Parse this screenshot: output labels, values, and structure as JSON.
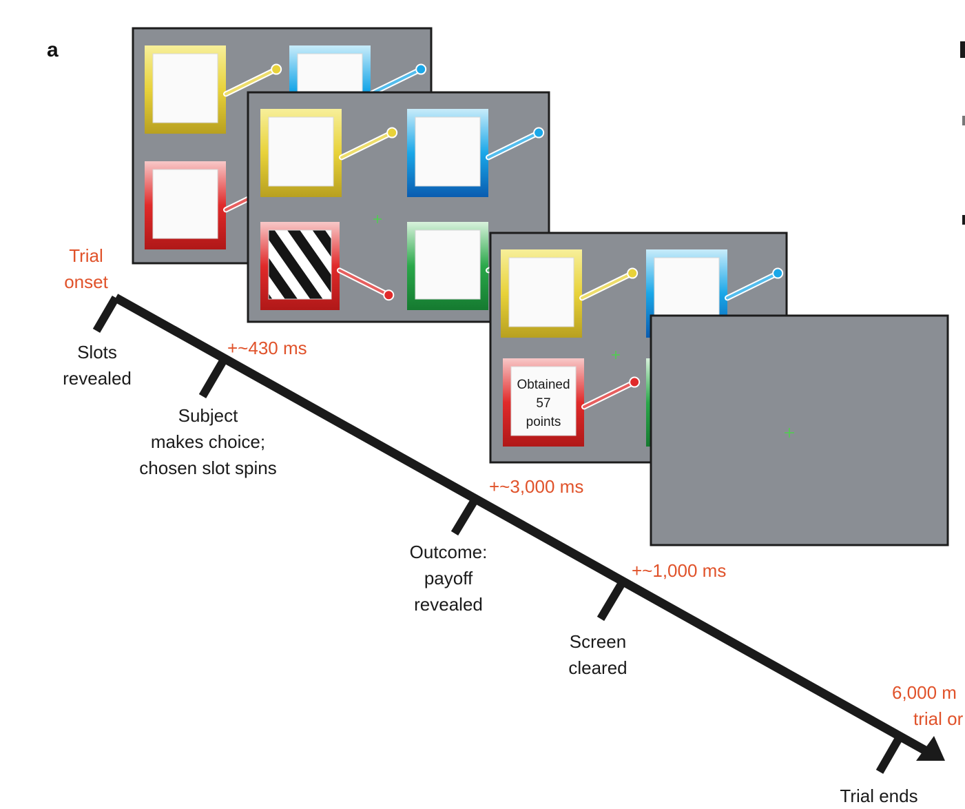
{
  "panel_letter": "a",
  "timeline": {
    "start_label": [
      "Trial",
      "onset"
    ],
    "events": [
      {
        "label": [
          "Slots",
          "revealed"
        ]
      },
      {
        "label": [
          "Subject",
          "makes choice;",
          "chosen slot spins"
        ],
        "delay": "+~430 ms"
      },
      {
        "label": [
          "Outcome:",
          "payoff",
          "revealed"
        ],
        "delay": "+~3,000 ms"
      },
      {
        "label": [
          "Screen",
          "cleared"
        ],
        "delay": "+~1,000 ms"
      },
      {
        "label": [
          "Trial ends"
        ],
        "delay": [
          "6,000 m",
          "trial or"
        ]
      }
    ]
  },
  "screens": {
    "slot_colors": {
      "yellow": "#e8d23a",
      "blue": "#1aa7e8",
      "red": "#e02a2a",
      "green": "#2aa84a"
    },
    "background_color": "#8a8e94",
    "fixation_color": "#4cd04c",
    "outcome_text": [
      "Obtained",
      "57",
      "points"
    ]
  }
}
